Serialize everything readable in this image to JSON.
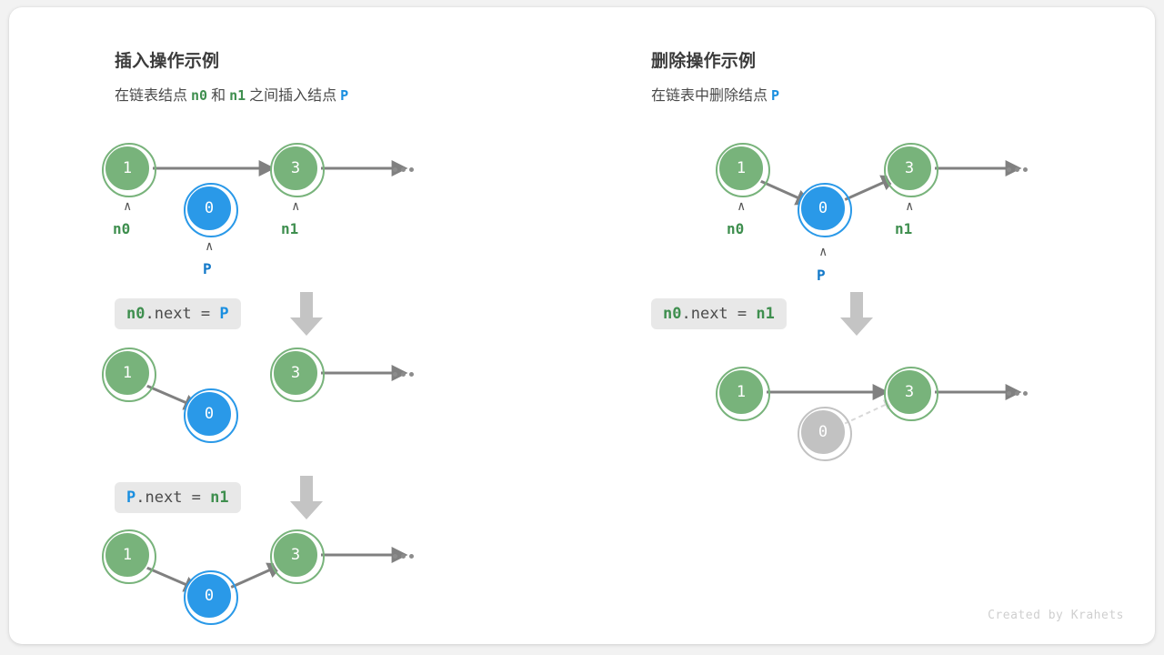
{
  "credit": "Created by Krahets",
  "colors": {
    "node_green": "#78b37b",
    "node_blue": "#2a99e8",
    "node_gray": "#c2c2c2",
    "edge_gray": "#808080",
    "label_green": "#3f8f4f",
    "label_blue": "#1379c9",
    "chip_bg": "#e8e8e8",
    "card_bg": "#ffffff",
    "page_bg": "#f2f2f2"
  },
  "panels": [
    {
      "id": "insert",
      "title": "插入操作示例",
      "subtitle_parts": [
        {
          "text": "在链表结点",
          "kind": "text"
        },
        {
          "text": "n0",
          "kind": "code-green"
        },
        {
          "text": "和",
          "kind": "text"
        },
        {
          "text": "n1",
          "kind": "code-green"
        },
        {
          "text": "之间插入结点",
          "kind": "text"
        },
        {
          "text": "P",
          "kind": "code-blue"
        }
      ],
      "steps": [
        {
          "code_parts": [
            {
              "text": "n0",
              "kind": "code-green"
            },
            {
              "text": ".next = ",
              "kind": "text"
            },
            {
              "text": "P",
              "kind": "code-blue"
            }
          ]
        },
        {
          "code_parts": [
            {
              "text": "P",
              "kind": "code-blue"
            },
            {
              "text": ".next = ",
              "kind": "text"
            },
            {
              "text": "n1",
              "kind": "code-green"
            }
          ]
        }
      ],
      "rows": [
        {
          "name": "initial-state",
          "nodes": [
            {
              "value": "1",
              "color": "green",
              "pointer": "n0",
              "pointer_color": "green"
            },
            {
              "value": "3",
              "color": "green",
              "pointer": "n1",
              "pointer_color": "green"
            },
            {
              "value": "0",
              "color": "blue",
              "pointer": "P",
              "pointer_color": "blue"
            }
          ],
          "trailing_ellipsis": true
        },
        {
          "name": "after-n0-next-p",
          "nodes": [
            {
              "value": "1",
              "color": "green"
            },
            {
              "value": "3",
              "color": "green"
            },
            {
              "value": "0",
              "color": "blue"
            }
          ],
          "trailing_ellipsis": true
        },
        {
          "name": "after-p-next-n1",
          "nodes": [
            {
              "value": "1",
              "color": "green"
            },
            {
              "value": "3",
              "color": "green"
            },
            {
              "value": "0",
              "color": "blue"
            }
          ],
          "trailing_ellipsis": true
        }
      ]
    },
    {
      "id": "delete",
      "title": "删除操作示例",
      "subtitle_parts": [
        {
          "text": "在链表中删除结点",
          "kind": "text"
        },
        {
          "text": "P",
          "kind": "code-blue"
        }
      ],
      "steps": [
        {
          "code_parts": [
            {
              "text": "n0",
              "kind": "code-green"
            },
            {
              "text": ".next = ",
              "kind": "text"
            },
            {
              "text": "n1",
              "kind": "code-green"
            }
          ]
        }
      ],
      "rows": [
        {
          "name": "initial-state",
          "nodes": [
            {
              "value": "1",
              "color": "green",
              "pointer": "n0",
              "pointer_color": "green"
            },
            {
              "value": "3",
              "color": "green",
              "pointer": "n1",
              "pointer_color": "green"
            },
            {
              "value": "0",
              "color": "blue",
              "pointer": "P",
              "pointer_color": "blue"
            }
          ],
          "trailing_ellipsis": true
        },
        {
          "name": "after-delete",
          "nodes": [
            {
              "value": "1",
              "color": "green"
            },
            {
              "value": "3",
              "color": "green"
            },
            {
              "value": "0",
              "color": "gray"
            }
          ],
          "trailing_ellipsis": true
        }
      ]
    }
  ]
}
